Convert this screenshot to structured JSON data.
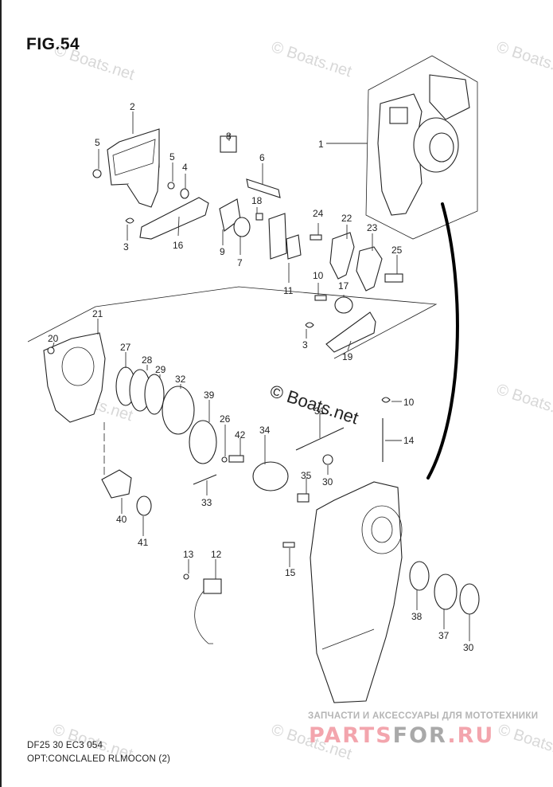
{
  "figure": {
    "title": "FIG.54",
    "code_line": "DF25 30 EC3  054",
    "caption_line": "OPT:CONCLALED RLMOCON (2)"
  },
  "watermarks": {
    "small": "© Boats.net",
    "large": "© Boats.net"
  },
  "shop_banner": {
    "tagline": "ЗАПЧАСТИ И АКСЕССУАРЫ ДЛЯ МОТОТЕХНИКИ",
    "logo_part1": "PARTS",
    "logo_part2": "FOR",
    "logo_part3": ".RU",
    "colors": {
      "pink": "#f3a5ad",
      "gray": "#a9a9a9"
    }
  },
  "callouts": [
    {
      "id": "1",
      "label": "1"
    },
    {
      "id": "2",
      "label": "2"
    },
    {
      "id": "3a",
      "label": "3"
    },
    {
      "id": "3b",
      "label": "3"
    },
    {
      "id": "4",
      "label": "4"
    },
    {
      "id": "5a",
      "label": "5"
    },
    {
      "id": "5b",
      "label": "5"
    },
    {
      "id": "6",
      "label": "6"
    },
    {
      "id": "7",
      "label": "7"
    },
    {
      "id": "8",
      "label": "8"
    },
    {
      "id": "9",
      "label": "9"
    },
    {
      "id": "10a",
      "label": "10"
    },
    {
      "id": "10b",
      "label": "10"
    },
    {
      "id": "11",
      "label": "11"
    },
    {
      "id": "12",
      "label": "12"
    },
    {
      "id": "13",
      "label": "13"
    },
    {
      "id": "14",
      "label": "14"
    },
    {
      "id": "15",
      "label": "15"
    },
    {
      "id": "16",
      "label": "16"
    },
    {
      "id": "17",
      "label": "17"
    },
    {
      "id": "18",
      "label": "18"
    },
    {
      "id": "19",
      "label": "19"
    },
    {
      "id": "20",
      "label": "20"
    },
    {
      "id": "21",
      "label": "21"
    },
    {
      "id": "22",
      "label": "22"
    },
    {
      "id": "23",
      "label": "23"
    },
    {
      "id": "24",
      "label": "24"
    },
    {
      "id": "25",
      "label": "25"
    },
    {
      "id": "26",
      "label": "26"
    },
    {
      "id": "27",
      "label": "27"
    },
    {
      "id": "28",
      "label": "28"
    },
    {
      "id": "29",
      "label": "29"
    },
    {
      "id": "30a",
      "label": "30"
    },
    {
      "id": "30b",
      "label": "30"
    },
    {
      "id": "31",
      "label": "31"
    },
    {
      "id": "32",
      "label": "32"
    },
    {
      "id": "33",
      "label": "33"
    },
    {
      "id": "34",
      "label": "34"
    },
    {
      "id": "35",
      "label": "35"
    },
    {
      "id": "37",
      "label": "37"
    },
    {
      "id": "38",
      "label": "38"
    },
    {
      "id": "39",
      "label": "39"
    },
    {
      "id": "40",
      "label": "40"
    },
    {
      "id": "41",
      "label": "41"
    },
    {
      "id": "42",
      "label": "42"
    }
  ]
}
